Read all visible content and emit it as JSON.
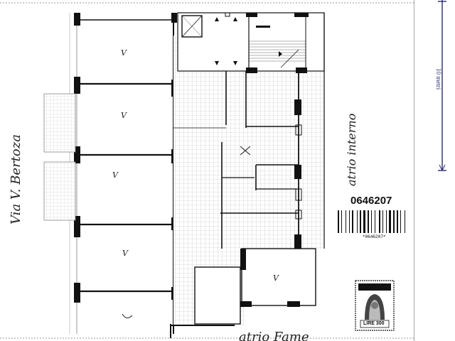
{
  "drawing": {
    "street_label": "Via V. Bertoza",
    "courtyard_label": "atrio interno",
    "bottom_label": "atrio Fame",
    "room_marks": [
      "V",
      "V",
      "V",
      "V",
      "V"
    ],
    "scale_label": "10 metri"
  },
  "registry": {
    "code": "0646207",
    "barcode_text": "*0646207*"
  },
  "stamp": {
    "value": "LIRE 300"
  },
  "colors": {
    "ink": "#111111",
    "scale_ink": "#2a2a70",
    "paper": "#ffffff"
  }
}
